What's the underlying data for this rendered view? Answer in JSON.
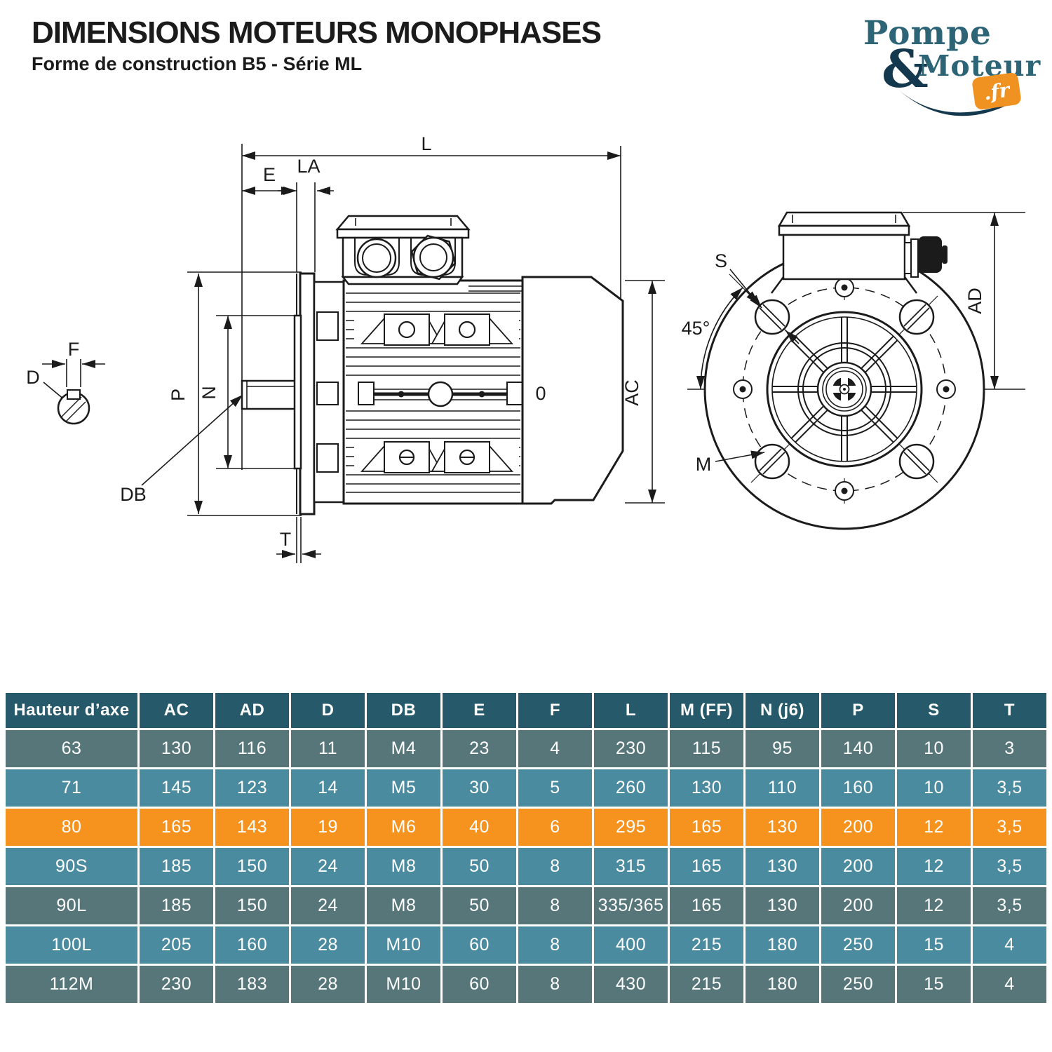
{
  "header": {
    "title": "DIMENSIONS MOTEURS MONOPHASES",
    "subtitle": "Forme de construction B5 - Série ML"
  },
  "logo": {
    "word1": "Pompe",
    "ampersand": "&",
    "word2": "Moteur",
    "tld": ".fr",
    "colors": {
      "teal": "#2d6577",
      "navy": "#14384e",
      "orange": "#ef9221"
    }
  },
  "diagram": {
    "side_view": {
      "labels": {
        "L": "L",
        "E": "E",
        "LA": "LA",
        "P": "P",
        "N": "N",
        "F": "F",
        "D": "D",
        "DB": "DB",
        "T": "T",
        "AC": "AC",
        "O": "0"
      }
    },
    "front_view": {
      "labels": {
        "S": "S",
        "angle": "45°",
        "M": "M",
        "AD": "AD"
      }
    }
  },
  "table": {
    "columns": [
      "Hauteur d’axe",
      "AC",
      "AD",
      "D",
      "DB",
      "E",
      "F",
      "L",
      "M (FF)",
      "N (j6)",
      "P",
      "S",
      "T"
    ],
    "rows": [
      {
        "variant": "dark",
        "cells": [
          "63",
          "130",
          "116",
          "11",
          "M4",
          "23",
          "4",
          "230",
          "115",
          "95",
          "140",
          "10",
          "3"
        ]
      },
      {
        "variant": "light",
        "cells": [
          "71",
          "145",
          "123",
          "14",
          "M5",
          "30",
          "5",
          "260",
          "130",
          "110",
          "160",
          "10",
          "3,5"
        ]
      },
      {
        "variant": "highlight",
        "cells": [
          "80",
          "165",
          "143",
          "19",
          "M6",
          "40",
          "6",
          "295",
          "165",
          "130",
          "200",
          "12",
          "3,5"
        ]
      },
      {
        "variant": "light",
        "cells": [
          "90S",
          "185",
          "150",
          "24",
          "M8",
          "50",
          "8",
          "315",
          "165",
          "130",
          "200",
          "12",
          "3,5"
        ]
      },
      {
        "variant": "dark",
        "cells": [
          "90L",
          "185",
          "150",
          "24",
          "M8",
          "50",
          "8",
          "335/365",
          "165",
          "130",
          "200",
          "12",
          "3,5"
        ]
      },
      {
        "variant": "light",
        "cells": [
          "100L",
          "205",
          "160",
          "28",
          "M10",
          "60",
          "8",
          "400",
          "215",
          "180",
          "250",
          "15",
          "4"
        ]
      },
      {
        "variant": "dark",
        "cells": [
          "112M",
          "230",
          "183",
          "28",
          "M10",
          "60",
          "8",
          "430",
          "215",
          "180",
          "250",
          "15",
          "4"
        ]
      }
    ],
    "colors": {
      "header_bg": "#26596a",
      "dark_row": "#56767a",
      "light_row": "#4b8ba0",
      "highlight_row": "#f6921e",
      "text": "#ffffff"
    }
  }
}
